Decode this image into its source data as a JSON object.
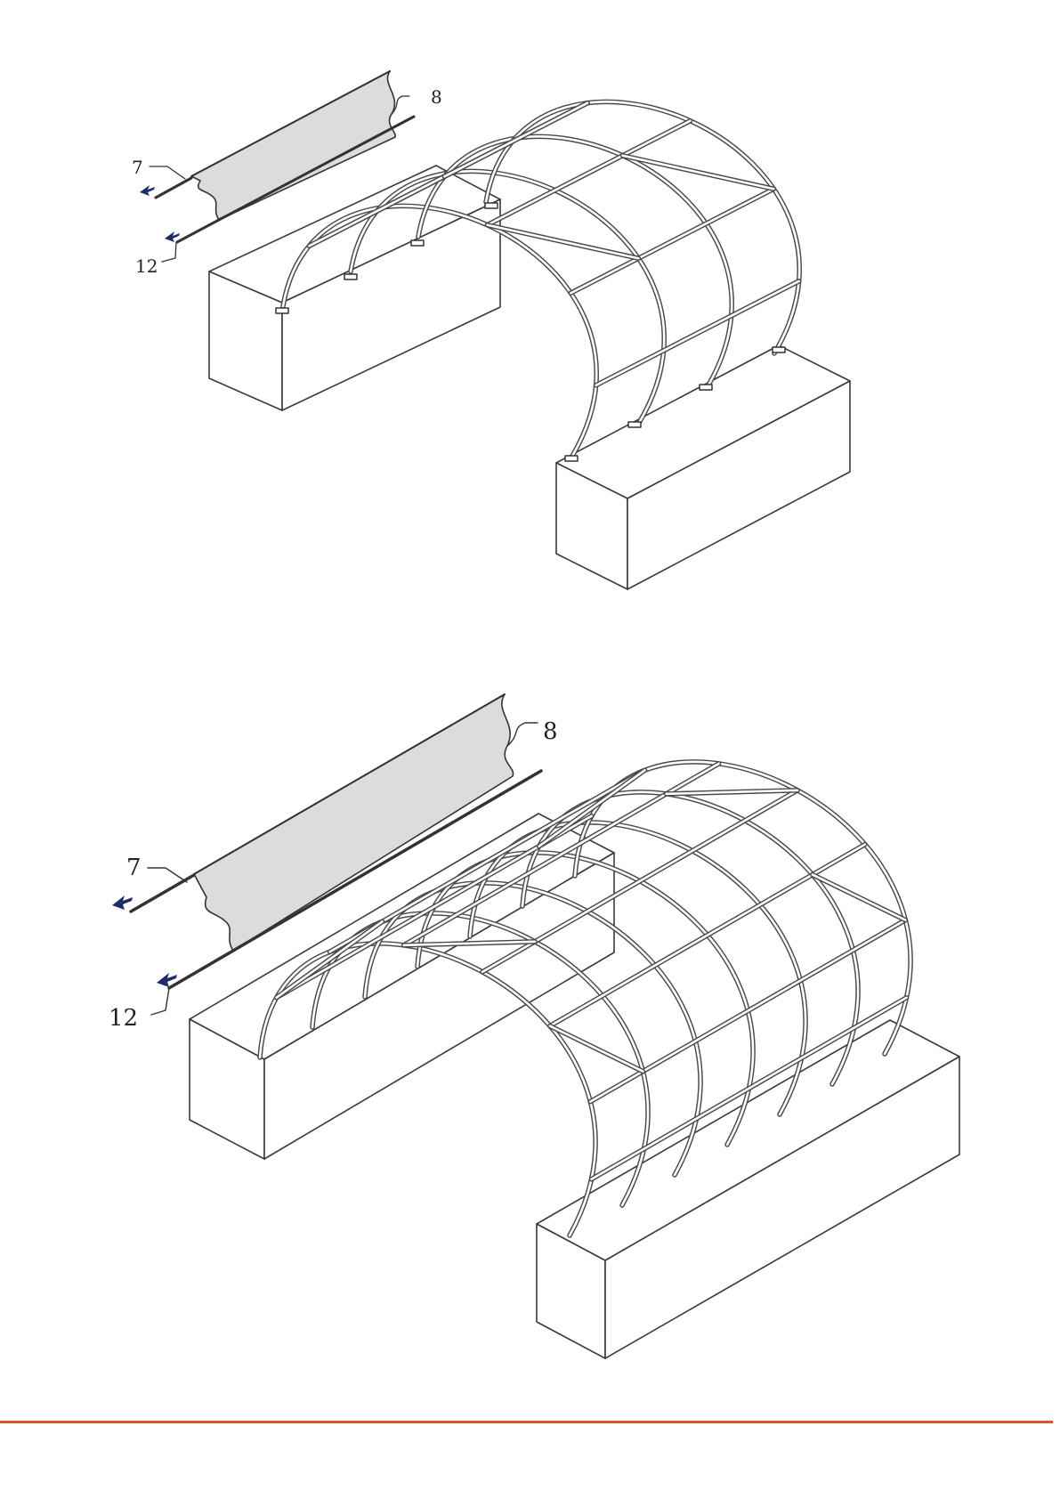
{
  "colors": {
    "footer_rule": "#d9542b",
    "cover_fill": "#dcdcdc",
    "arrow": "#1c2d6b"
  },
  "figure_top": {
    "callouts": {
      "cover": "8",
      "rod": "7",
      "bottom_rod": "12"
    }
  },
  "figure_bottom": {
    "callouts": {
      "cover": "8",
      "rod": "7",
      "bottom_rod": "12"
    }
  }
}
